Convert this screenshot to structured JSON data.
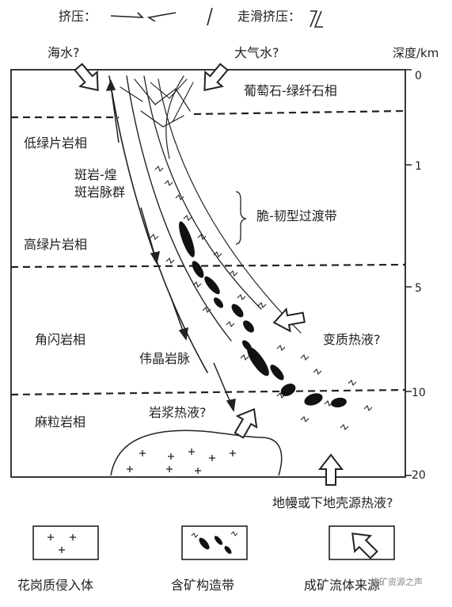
{
  "legend_top": {
    "compression_label": "挤压：",
    "strike_slip_label": "走滑挤压："
  },
  "inflows": {
    "seawater": "海水?",
    "meteoric": "大气水?"
  },
  "depth_axis": {
    "title": "深度/km",
    "ticks": [
      "0",
      "1",
      "5",
      "10",
      "20"
    ]
  },
  "facies": {
    "prehnite_pumpellyite": "葡萄石-绿纤石相",
    "lower_greenschist": "低绿片岩相",
    "upper_greenschist": "高绿片岩相",
    "amphibolite": "角闪岩相",
    "granulite": "麻粒岩相"
  },
  "features": {
    "dike_swarm_line1": "斑岩-煌",
    "dike_swarm_line2": "斑岩脉群",
    "transition_zone": "脆-韧型过渡带",
    "pegmatite": "伟晶岩脉",
    "metamorphic_fluid": "变质热液?",
    "magmatic_fluid": "岩浆热液?",
    "mantle_fluid": "地幔或下地壳源热液?"
  },
  "legend_bottom": {
    "granite": "花岗质侵入体",
    "ore_zone": "含矿构造带",
    "fluid_direction": "成矿流体来源"
  },
  "watermark": "找矿资源之声"
}
